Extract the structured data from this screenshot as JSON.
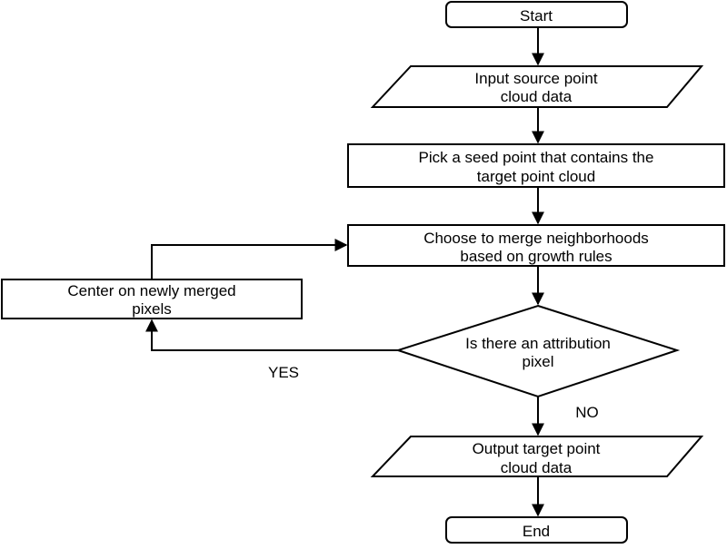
{
  "nodes": {
    "start": {
      "lines": [
        "Start"
      ]
    },
    "input": {
      "lines": [
        "Input source point",
        "cloud data"
      ]
    },
    "seed": {
      "lines": [
        "Pick a seed point that contains the",
        "target point cloud"
      ]
    },
    "merge": {
      "lines": [
        "Choose to merge neighborhoods",
        "based on growth rules"
      ]
    },
    "center": {
      "lines": [
        "Center on newly merged",
        "pixels"
      ]
    },
    "decision": {
      "lines": [
        "Is there an attribution",
        "pixel"
      ]
    },
    "output": {
      "lines": [
        "Output target point",
        "cloud data"
      ]
    },
    "end": {
      "lines": [
        "End"
      ]
    }
  },
  "edge_labels": {
    "yes": "YES",
    "no": "NO"
  },
  "colors": {
    "stroke": "#000000",
    "fill": "#ffffff"
  }
}
